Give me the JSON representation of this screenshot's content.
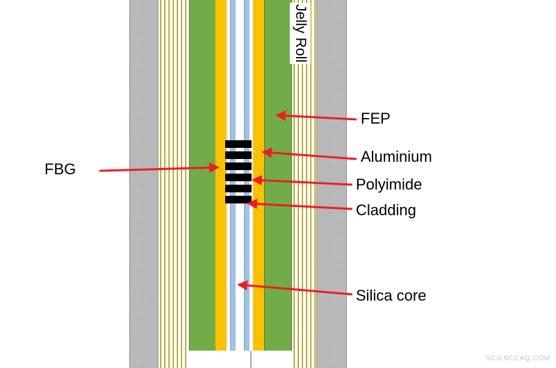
{
  "diagram": {
    "labels": {
      "fbg": "FBG",
      "fep": "FEP",
      "aluminium": "Aluminium",
      "polyimide": "Polyimide",
      "cladding": "Cladding",
      "silica_core": "Silica core",
      "jelly_roll": "Jelly Roll"
    },
    "fbg": {
      "bar_count": 6
    },
    "colors": {
      "arrow_red": "#ee1c25",
      "fep_green": "#70ad47",
      "aluminium_gold": "#ffc000",
      "cladding_blue": "#9dc3e6",
      "polyimide_white": "#ffffff",
      "silica_core_white": "#ffffff",
      "fbg_black": "#000000",
      "jelly_roll_gray": "#dcdcdc",
      "electrode_line_olive": "#a79200"
    },
    "watermark": "SCIENCEAQ.COM"
  }
}
